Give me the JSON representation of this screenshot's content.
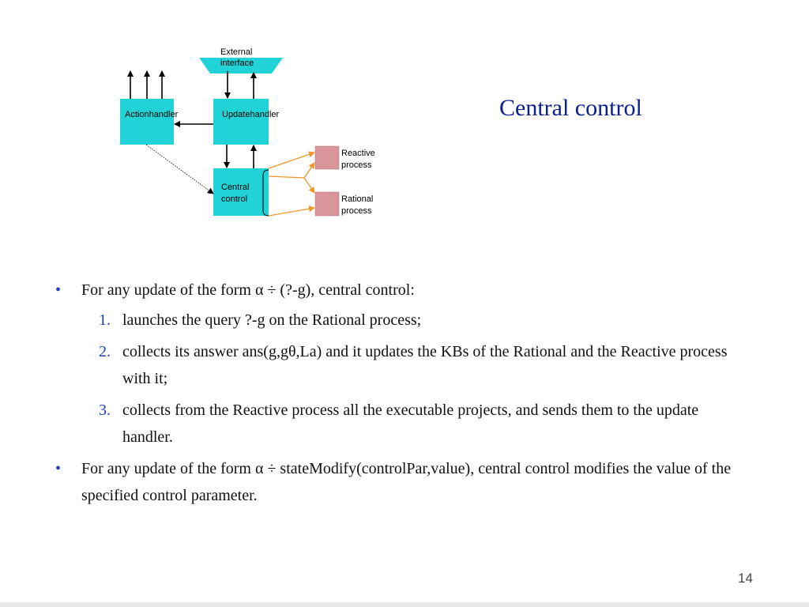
{
  "slide": {
    "title": "Central control",
    "page_number": "14"
  },
  "diagram": {
    "external_interface": [
      "External",
      "interface"
    ],
    "action_handler": "Actionhandler",
    "update_handler": "Updatehandler",
    "central_control": [
      "Central",
      "control"
    ],
    "reactive_process": [
      "Reactive",
      "process"
    ],
    "rational_process": [
      "Rational",
      "process"
    ],
    "colors": {
      "box_fill": "#21d3d6",
      "process_fill": "#d9969a",
      "orange_arrow": "#f0962a",
      "title_blue": "#0b1f8f"
    }
  },
  "bullets": [
    {
      "mark": "•",
      "text_before": "For any update of the form ",
      "symbol1": "α",
      "symbol2": "÷",
      "text_after": " (?-g), central control:",
      "subitems": [
        {
          "num": "1.",
          "text": "launches the query ?-g on the Rational process;"
        },
        {
          "num": "2.",
          "text_before": "collects its answer ans(g,g",
          "theta": "θ",
          "text_after": ",La) and it updates the KBs of the Rational and the Reactive process with it;"
        },
        {
          "num": "3.",
          "text": "collects from the Reactive process all the executable projects, and sends them to the update handler."
        }
      ]
    },
    {
      "mark": "•",
      "text_before": "For any update of the form ",
      "symbol1": "α",
      "symbol2": "÷",
      "text_after": " stateModify(controlPar,value), central control modifies the value of the specified control parameter."
    }
  ]
}
